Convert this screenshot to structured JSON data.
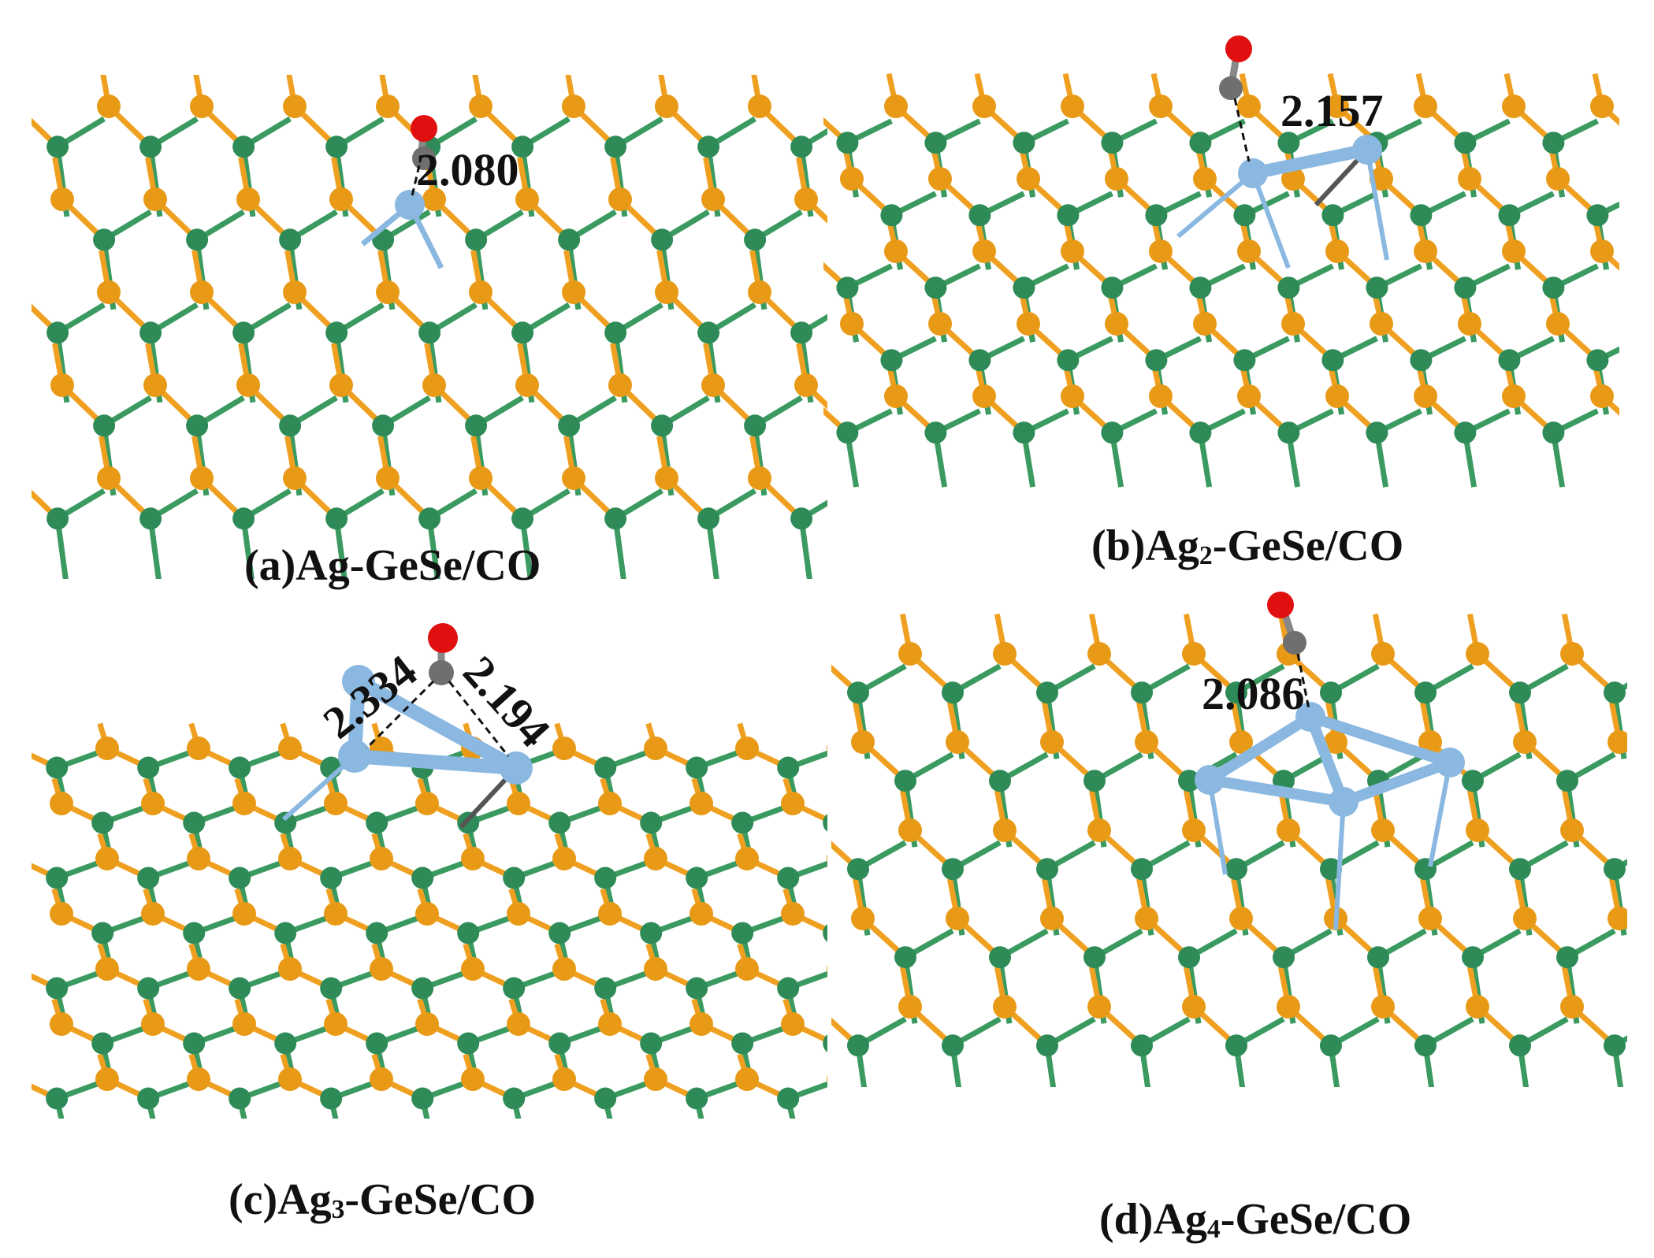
{
  "panels": [
    {
      "id": "a",
      "caption": {
        "prefix": "(a)Ag",
        "sub": "",
        "suffix": "-GeSe/CO"
      },
      "bond_labels": [
        "2.080"
      ],
      "ag_atoms": 1
    },
    {
      "id": "b",
      "caption": {
        "prefix": "(b)Ag",
        "sub": "2",
        "suffix": "-GeSe/CO"
      },
      "bond_labels": [
        "2.157"
      ],
      "ag_atoms": 2
    },
    {
      "id": "c",
      "caption": {
        "prefix": "(c)Ag",
        "sub": "3",
        "suffix": "-GeSe/CO"
      },
      "bond_labels": [
        "2.334",
        "2.194"
      ],
      "ag_atoms": 3
    },
    {
      "id": "d",
      "caption": {
        "prefix": "(d)Ag",
        "sub": "4",
        "suffix": "-GeSe/CO"
      },
      "bond_labels": [
        "2.086"
      ],
      "ag_atoms": 4
    }
  ],
  "colors": {
    "ge_atom": "#e89a17",
    "se_atom": "#2e8b57",
    "ge_bond": "#f0a020",
    "se_bond": "#3a9a60",
    "ag_atom": "#8ab8e0",
    "carbon": "#6f6f6f",
    "oxygen": "#e01010"
  }
}
